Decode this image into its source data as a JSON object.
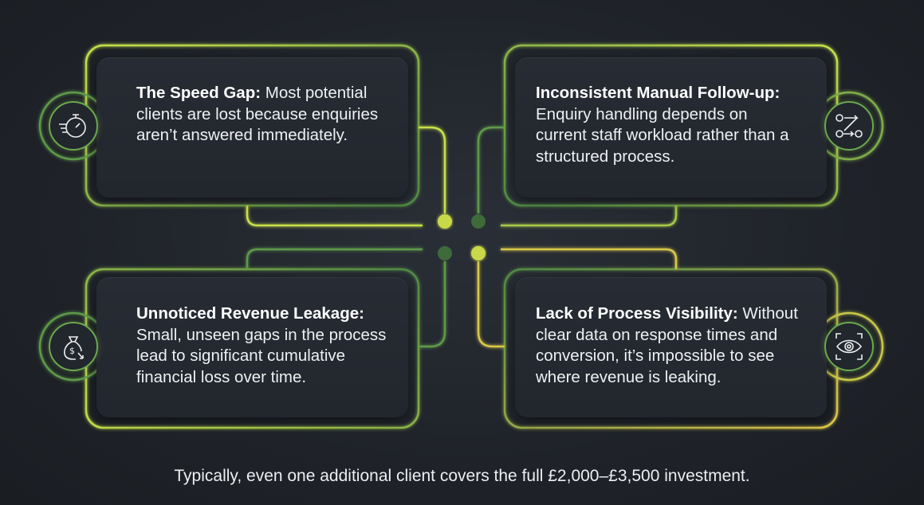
{
  "cards": [
    {
      "title": "The Speed Gap:",
      "body": " Most potential clients are lost because enquiries aren’t answered immediately.",
      "icon": "stopwatch-icon"
    },
    {
      "title": "Inconsistent Manual Follow-up:",
      "body": " Enquiry handling depends on current staff workload rather than a structured process.",
      "icon": "workflow-icon"
    },
    {
      "title": "Unnoticed Revenue Leakage:",
      "body": " Small, unseen gaps in the process lead to significant cumulative financial loss over time.",
      "icon": "money-bag-icon"
    },
    {
      "title": "Lack of Process Visibility:",
      "body": " Without clear data on response times and conversion, it’s impossible to see where revenue is leaking.",
      "icon": "eye-scan-icon"
    }
  ],
  "footer": "Typically, even one additional client covers the full £2,000–£3,500 investment.",
  "colors": {
    "lime": "#c8e04a",
    "green": "#5f9a4a",
    "background": "#1f2329"
  }
}
